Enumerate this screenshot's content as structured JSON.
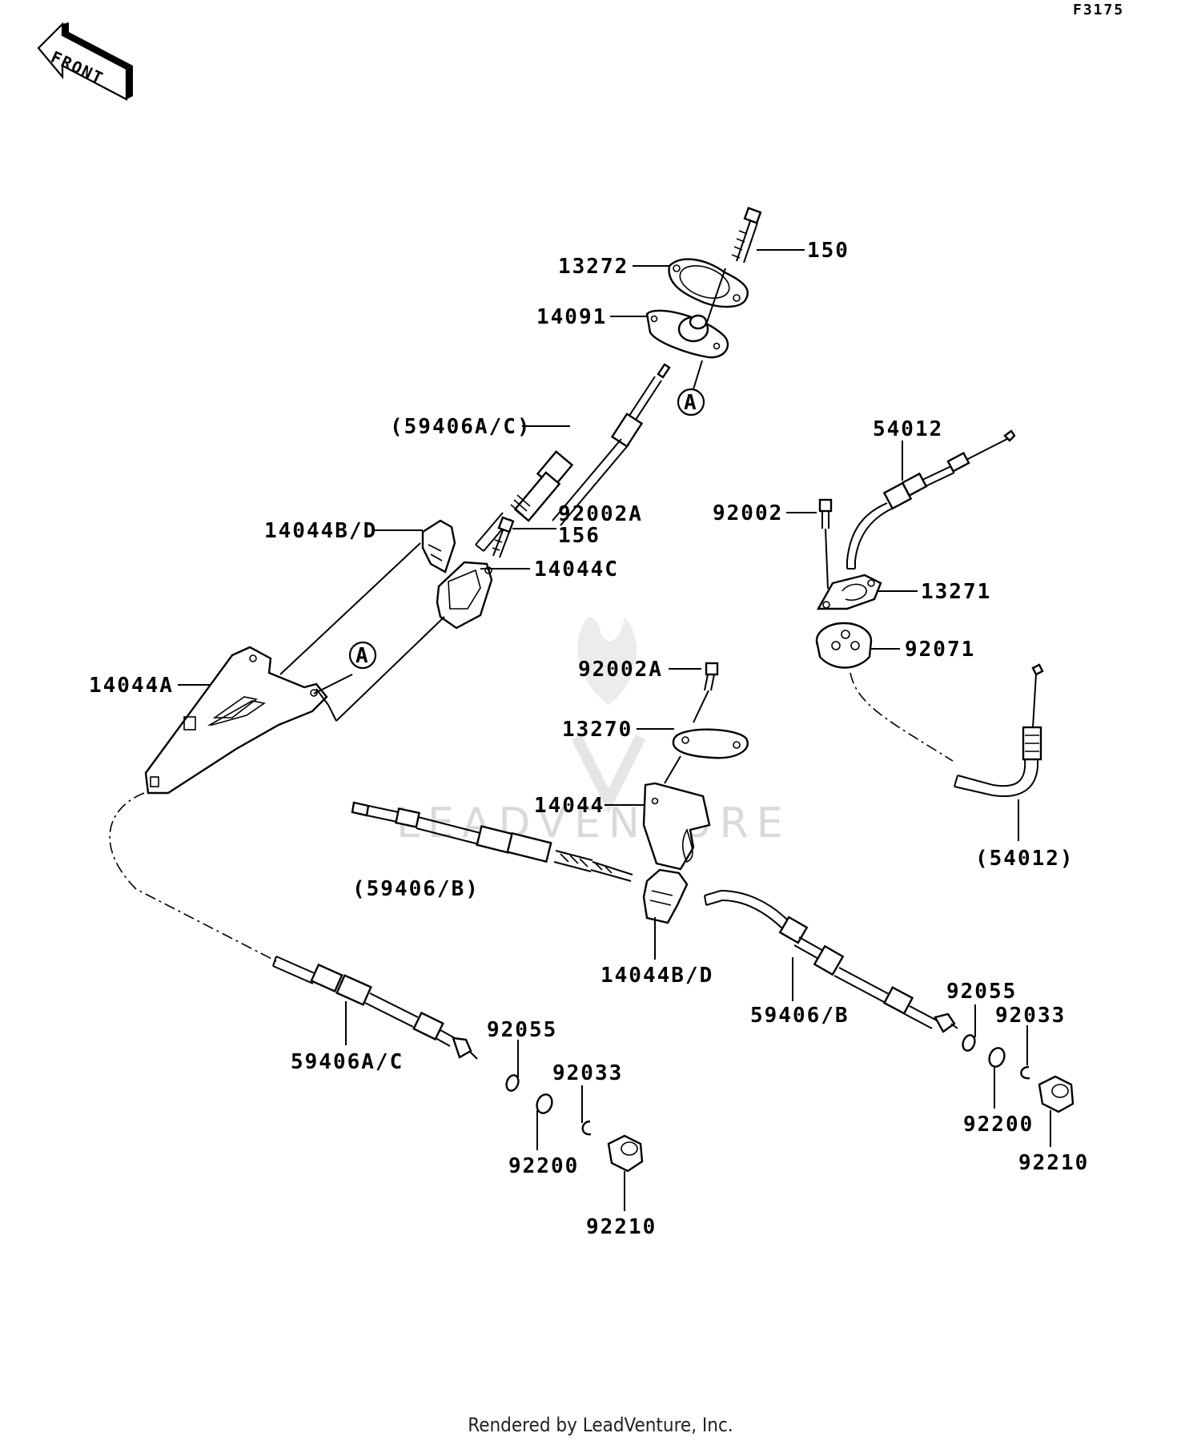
{
  "diagram": {
    "figure_code": "F3175",
    "front_label": "FRONT",
    "reference_marker": "A",
    "watermark": "LEADVENTURE",
    "footer": "Rendered by LeadVenture, Inc.",
    "callouts": {
      "c150": "150",
      "c13272": "13272",
      "c14091": "14091",
      "c59406ac_ref": "(59406A/C)",
      "c92002a_top": "92002A",
      "c156": "156",
      "c14044bd_top": "14044B/D",
      "c14044c": "14044C",
      "c14044a": "14044A",
      "c54012": "54012",
      "c92002": "92002",
      "c13271": "13271",
      "c92071": "92071",
      "c92002a_mid": "92002A",
      "c13270": "13270",
      "c14044": "14044",
      "c54012_ref": "(54012)",
      "c59406b_ref": "(59406/B)",
      "c14044bd_bot": "14044B/D",
      "c59406b": "59406/B",
      "c92055_right": "92055",
      "c92033_right": "92033",
      "c59406ac": "59406A/C",
      "c92055_left": "92055",
      "c92033_left": "92033",
      "c92200_left": "92200",
      "c92210_left": "92210",
      "c92200_right": "92200",
      "c92210_right": "92210"
    }
  }
}
